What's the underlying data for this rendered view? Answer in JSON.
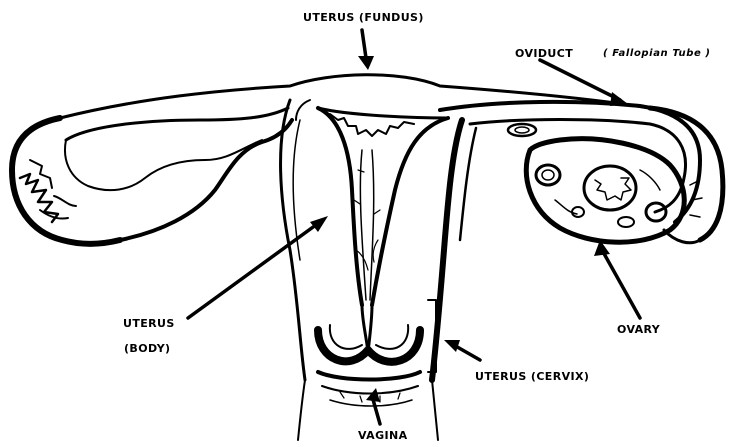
{
  "labels": {
    "fundus": "UTERUS (FUNDUS)",
    "oviduct": "OVIDUCT",
    "oviduct_sub": "( Fallopian Tube )",
    "body_1": "UTERUS",
    "body_2": "(BODY)",
    "ovary": "OVARY",
    "cervix": "UTERUS (CERVIX)",
    "vagina": "VAGINA"
  },
  "colors": {
    "ink": "#000000",
    "paper": "#ffffff"
  }
}
